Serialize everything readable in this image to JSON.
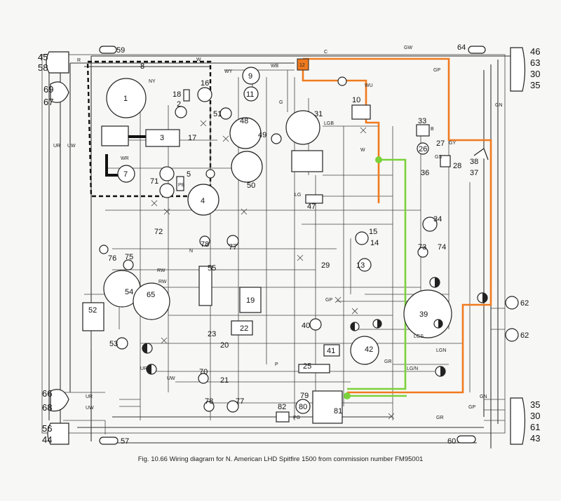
{
  "caption": "Fig. 10.66 Wiring diagram for N. American LHD Spitfire 1500 from commission number FM95001",
  "components": [
    {
      "id": "c45",
      "label": "45"
    },
    {
      "id": "c58",
      "label": "58"
    },
    {
      "id": "c59",
      "label": "59"
    },
    {
      "id": "c8",
      "label": "8"
    },
    {
      "id": "c69",
      "label": "69"
    },
    {
      "id": "c67",
      "label": "67"
    },
    {
      "id": "c1",
      "label": "1"
    },
    {
      "id": "c2",
      "label": "2"
    },
    {
      "id": "c3",
      "label": "3"
    },
    {
      "id": "c7",
      "label": "7"
    },
    {
      "id": "c5",
      "label": "5"
    },
    {
      "id": "c71",
      "label": "71"
    },
    {
      "id": "c4",
      "label": "4"
    },
    {
      "id": "c72",
      "label": "72"
    },
    {
      "id": "c9",
      "label": "9"
    },
    {
      "id": "c11",
      "label": "11"
    },
    {
      "id": "c16",
      "label": "16"
    },
    {
      "id": "c18",
      "label": "18"
    },
    {
      "id": "c17",
      "label": "17"
    },
    {
      "id": "c51",
      "label": "51"
    },
    {
      "id": "c48",
      "label": "48"
    },
    {
      "id": "c49",
      "label": "49"
    },
    {
      "id": "c50",
      "label": "50"
    },
    {
      "id": "c31",
      "label": "31"
    },
    {
      "id": "c12",
      "label": "12"
    },
    {
      "id": "c10",
      "label": "10"
    },
    {
      "id": "c33",
      "label": "33"
    },
    {
      "id": "c26",
      "label": "26"
    },
    {
      "id": "c27",
      "label": "27"
    },
    {
      "id": "c28",
      "label": "28"
    },
    {
      "id": "c38",
      "label": "38"
    },
    {
      "id": "c36",
      "label": "36"
    },
    {
      "id": "c37",
      "label": "37"
    },
    {
      "id": "c34",
      "label": "34"
    },
    {
      "id": "c47",
      "label": "47"
    },
    {
      "id": "c15",
      "label": "15"
    },
    {
      "id": "c14",
      "label": "14"
    },
    {
      "id": "c13",
      "label": "13"
    },
    {
      "id": "c73",
      "label": "73"
    },
    {
      "id": "c74",
      "label": "74"
    },
    {
      "id": "c29",
      "label": "29"
    },
    {
      "id": "c78a",
      "label": "78"
    },
    {
      "id": "c77a",
      "label": "77"
    },
    {
      "id": "c76",
      "label": "76"
    },
    {
      "id": "c75",
      "label": "75"
    },
    {
      "id": "c55",
      "label": "55"
    },
    {
      "id": "c19",
      "label": "19"
    },
    {
      "id": "c54",
      "label": "54"
    },
    {
      "id": "c65",
      "label": "65"
    },
    {
      "id": "c52",
      "label": "52"
    },
    {
      "id": "c53",
      "label": "53"
    },
    {
      "id": "c22",
      "label": "22"
    },
    {
      "id": "c23",
      "label": "23"
    },
    {
      "id": "c20",
      "label": "20"
    },
    {
      "id": "c21",
      "label": "21"
    },
    {
      "id": "c70",
      "label": "70"
    },
    {
      "id": "c40",
      "label": "40"
    },
    {
      "id": "c41",
      "label": "41"
    },
    {
      "id": "c42",
      "label": "42"
    },
    {
      "id": "c25",
      "label": "25"
    },
    {
      "id": "c39",
      "label": "39"
    },
    {
      "id": "c62a",
      "label": "62"
    },
    {
      "id": "c62b",
      "label": "62"
    },
    {
      "id": "c79",
      "label": "79"
    },
    {
      "id": "c80",
      "label": "80"
    },
    {
      "id": "c81",
      "label": "81"
    },
    {
      "id": "c82",
      "label": "82"
    },
    {
      "id": "c78b",
      "label": "78"
    },
    {
      "id": "c77b",
      "label": "77"
    },
    {
      "id": "c66",
      "label": "66"
    },
    {
      "id": "c68",
      "label": "68"
    },
    {
      "id": "c56",
      "label": "56"
    },
    {
      "id": "c44",
      "label": "44"
    },
    {
      "id": "c57",
      "label": "57"
    },
    {
      "id": "c64",
      "label": "64"
    },
    {
      "id": "c46",
      "label": "46"
    },
    {
      "id": "c63",
      "label": "63"
    },
    {
      "id": "c30a",
      "label": "30"
    },
    {
      "id": "c35a",
      "label": "35"
    },
    {
      "id": "c35b",
      "label": "35"
    },
    {
      "id": "c30b",
      "label": "30"
    },
    {
      "id": "c61",
      "label": "61"
    },
    {
      "id": "c43",
      "label": "43"
    },
    {
      "id": "c60",
      "label": "60"
    }
  ],
  "wire_codes": {
    "w1": "W",
    "w2": "R",
    "w3": "NY",
    "w4": "WR",
    "w5": "PB",
    "w6": "WY",
    "w7": "WB",
    "w8": "G",
    "w9": "LGB",
    "w10": "WU",
    "w11": "C",
    "w12": "GW",
    "w13": "GP",
    "w14": "GN",
    "w15": "GY",
    "w16": "GS",
    "w17": "B",
    "w18": "LG",
    "w19": "RW",
    "w20": "RW",
    "w21": "UR",
    "w22": "UW",
    "w23": "P",
    "w24": "GP",
    "w25": "LGS",
    "w26": "LGN",
    "w27": "LG/N",
    "w28": "GR",
    "w29": "PG",
    "w30": "UR",
    "w31": "UW",
    "w32": "W",
    "w33": "N",
    "w34": "UW",
    "w35": "UR",
    "w36": "GN",
    "w37": "GP",
    "w38": "GR"
  },
  "highlights": {
    "orange": "#f07a1e",
    "green": "#7ad13a"
  }
}
